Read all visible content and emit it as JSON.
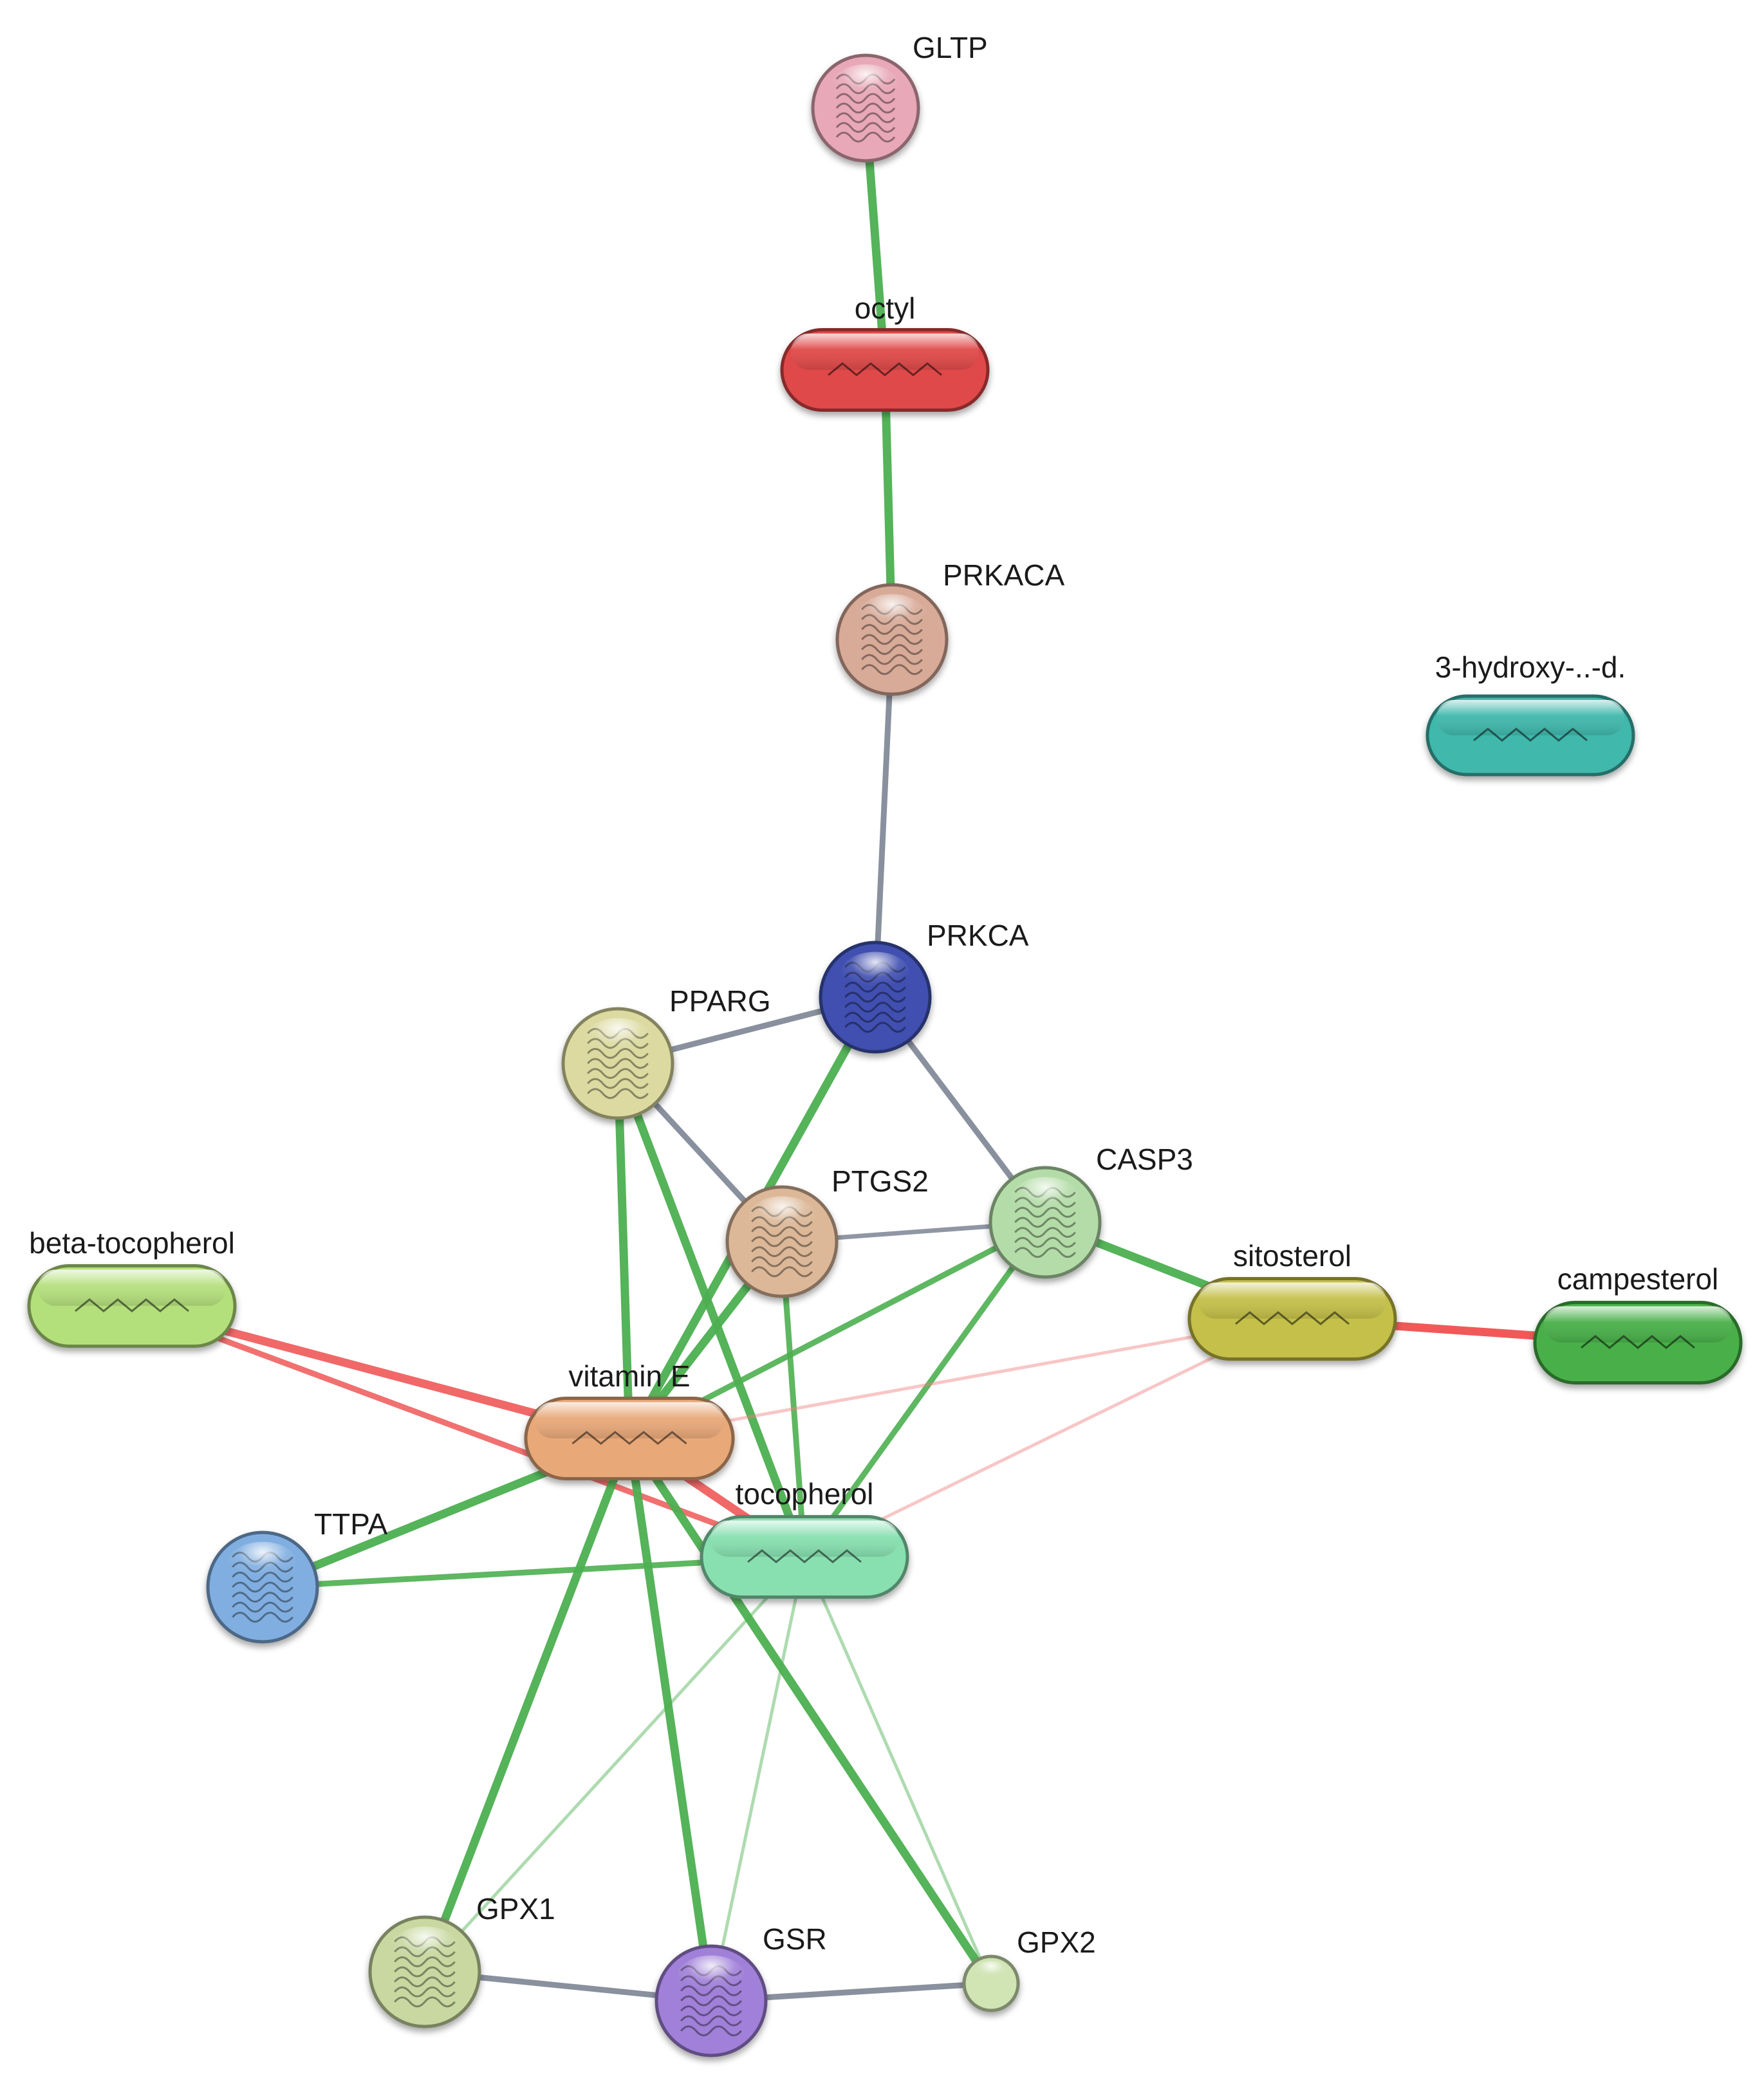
{
  "nodes": [
    {
      "id": "GLTP",
      "label": "GLTP",
      "shape": "circle",
      "color": "#e8a8b8",
      "depicts": "protein-structure"
    },
    {
      "id": "octyl",
      "label": "octyl",
      "shape": "pill",
      "color": "#e04848",
      "depicts": "molecule"
    },
    {
      "id": "PRKACA",
      "label": "PRKACA",
      "shape": "circle",
      "color": "#d8aa98",
      "depicts": "protein-structure"
    },
    {
      "id": "3-hydroxy",
      "label": "3-hydroxy-..-d.",
      "shape": "pill",
      "color": "#3fb8ac",
      "depicts": "molecule"
    },
    {
      "id": "PRKCA",
      "label": "PRKCA",
      "shape": "circle",
      "color": "#4050b0",
      "depicts": "protein-structure"
    },
    {
      "id": "PPARG",
      "label": "PPARG",
      "shape": "circle",
      "color": "#dcdaa0",
      "depicts": "protein-structure"
    },
    {
      "id": "PTGS2",
      "label": "PTGS2",
      "shape": "circle",
      "color": "#dcb898",
      "depicts": "protein-structure"
    },
    {
      "id": "CASP3",
      "label": "CASP3",
      "shape": "circle",
      "color": "#b4dca8",
      "depicts": "protein-structure"
    },
    {
      "id": "beta-tocopherol",
      "label": "beta-tocopherol",
      "shape": "pill",
      "color": "#b4e07c",
      "depicts": "molecule"
    },
    {
      "id": "sitosterol",
      "label": "sitosterol",
      "shape": "pill",
      "color": "#c4c048",
      "depicts": "molecule"
    },
    {
      "id": "campesterol",
      "label": "campesterol",
      "shape": "pill",
      "color": "#48b048",
      "depicts": "molecule"
    },
    {
      "id": "vitamin E",
      "label": "vitamin E",
      "shape": "pill",
      "color": "#e8a878",
      "depicts": "molecule"
    },
    {
      "id": "TTPA",
      "label": "TTPA",
      "shape": "circle",
      "color": "#80aee0",
      "depicts": "protein-structure"
    },
    {
      "id": "tocopherol",
      "label": "tocopherol",
      "shape": "pill",
      "color": "#88e0b0",
      "depicts": "molecule"
    },
    {
      "id": "GPX1",
      "label": "GPX1",
      "shape": "circle",
      "color": "#c8d8a0",
      "depicts": "protein-structure"
    },
    {
      "id": "GSR",
      "label": "GSR",
      "shape": "circle",
      "color": "#a080d8",
      "depicts": "protein-structure"
    },
    {
      "id": "GPX2",
      "label": "GPX2",
      "shape": "circle",
      "color": "#d0e4b4",
      "depicts": "none"
    }
  ],
  "edges": [
    {
      "source": "GLTP",
      "target": "octyl",
      "color": "#4caf50",
      "strength": "strong"
    },
    {
      "source": "octyl",
      "target": "PRKACA",
      "color": "#4caf50",
      "strength": "strong"
    },
    {
      "source": "PRKACA",
      "target": "PRKCA",
      "color": "#7c8494",
      "strength": "medium"
    },
    {
      "source": "PRKCA",
      "target": "PPARG",
      "color": "#7c8494",
      "strength": "medium"
    },
    {
      "source": "PRKCA",
      "target": "CASP3",
      "color": "#7c8494",
      "strength": "medium"
    },
    {
      "source": "PRKCA",
      "target": "vitamin E",
      "color": "#4caf50",
      "strength": "strong"
    },
    {
      "source": "PPARG",
      "target": "PTGS2",
      "color": "#7c8494",
      "strength": "medium"
    },
    {
      "source": "PPARG",
      "target": "vitamin E",
      "color": "#4caf50",
      "strength": "strong"
    },
    {
      "source": "PPARG",
      "target": "tocopherol",
      "color": "#4caf50",
      "strength": "strong"
    },
    {
      "source": "PTGS2",
      "target": "CASP3",
      "color": "#7c8494",
      "strength": "weak"
    },
    {
      "source": "PTGS2",
      "target": "vitamin E",
      "color": "#4caf50",
      "strength": "strong"
    },
    {
      "source": "PTGS2",
      "target": "tocopherol",
      "color": "#4caf50",
      "strength": "medium"
    },
    {
      "source": "CASP3",
      "target": "vitamin E",
      "color": "#4caf50",
      "strength": "medium"
    },
    {
      "source": "CASP3",
      "target": "tocopherol",
      "color": "#4caf50",
      "strength": "medium"
    },
    {
      "source": "CASP3",
      "target": "sitosterol",
      "color": "#4caf50",
      "strength": "strong"
    },
    {
      "source": "sitosterol",
      "target": "campesterol",
      "color": "#f05050",
      "strength": "strong"
    },
    {
      "source": "sitosterol",
      "target": "vitamin E",
      "color": "#f08080",
      "strength": "faint"
    },
    {
      "source": "sitosterol",
      "target": "tocopherol",
      "color": "#f08080",
      "strength": "faint"
    },
    {
      "source": "beta-tocopherol",
      "target": "vitamin E",
      "color": "#f06060",
      "strength": "strong"
    },
    {
      "source": "beta-tocopherol",
      "target": "tocopherol",
      "color": "#f06060",
      "strength": "medium"
    },
    {
      "source": "vitamin E",
      "target": "tocopherol",
      "color": "#f06060",
      "strength": "strong"
    },
    {
      "source": "vitamin E",
      "target": "TTPA",
      "color": "#4caf50",
      "strength": "strong"
    },
    {
      "source": "vitamin E",
      "target": "GPX1",
      "color": "#4caf50",
      "strength": "strong"
    },
    {
      "source": "vitamin E",
      "target": "GSR",
      "color": "#4caf50",
      "strength": "strong"
    },
    {
      "source": "vitamin E",
      "target": "GPX2",
      "color": "#4caf50",
      "strength": "strong"
    },
    {
      "source": "TTPA",
      "target": "tocopherol",
      "color": "#4caf50",
      "strength": "medium"
    },
    {
      "source": "tocopherol",
      "target": "GPX1",
      "color": "#4caf50",
      "strength": "faint"
    },
    {
      "source": "tocopherol",
      "target": "GSR",
      "color": "#4caf50",
      "strength": "faint"
    },
    {
      "source": "tocopherol",
      "target": "GPX2",
      "color": "#4caf50",
      "strength": "faint"
    },
    {
      "source": "GPX1",
      "target": "GSR",
      "color": "#7c8494",
      "strength": "medium"
    },
    {
      "source": "GSR",
      "target": "GPX2",
      "color": "#7c8494",
      "strength": "medium"
    }
  ]
}
